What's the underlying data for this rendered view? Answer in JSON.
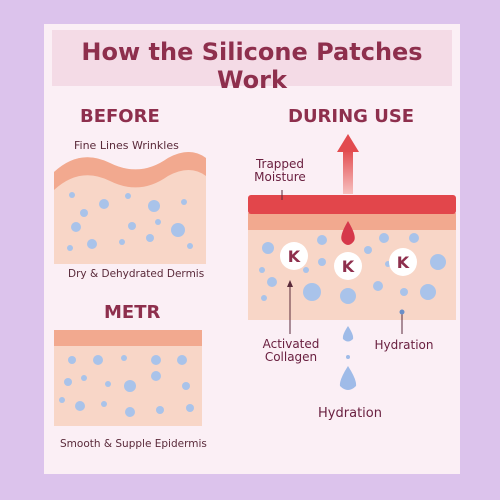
{
  "title": "How the Silicone Patches Work",
  "before": {
    "heading": "BEFORE",
    "top_label": "Fine Lines Wrinkles",
    "bottom_label": "Dry & Dehydrated Dermis"
  },
  "after": {
    "heading": "METR",
    "bottom_label": "Smooth & Supple Epidermis"
  },
  "during": {
    "heading": "DURING USE",
    "trapped_moisture": "Trapped\nMoisture",
    "k_markers": [
      "K",
      "K",
      "K"
    ],
    "activated_collagen": "Activated\nCollagen",
    "hydration_side": "Hydration",
    "hydration_bottom": "Hydration"
  },
  "colors": {
    "title": "#8e2f4d",
    "skin": "#f8d6c7",
    "skin_top": "#f2a98f",
    "silicone": "#e2464b",
    "bubble": "#a9c3ea",
    "arrow": "#e24b4f"
  }
}
